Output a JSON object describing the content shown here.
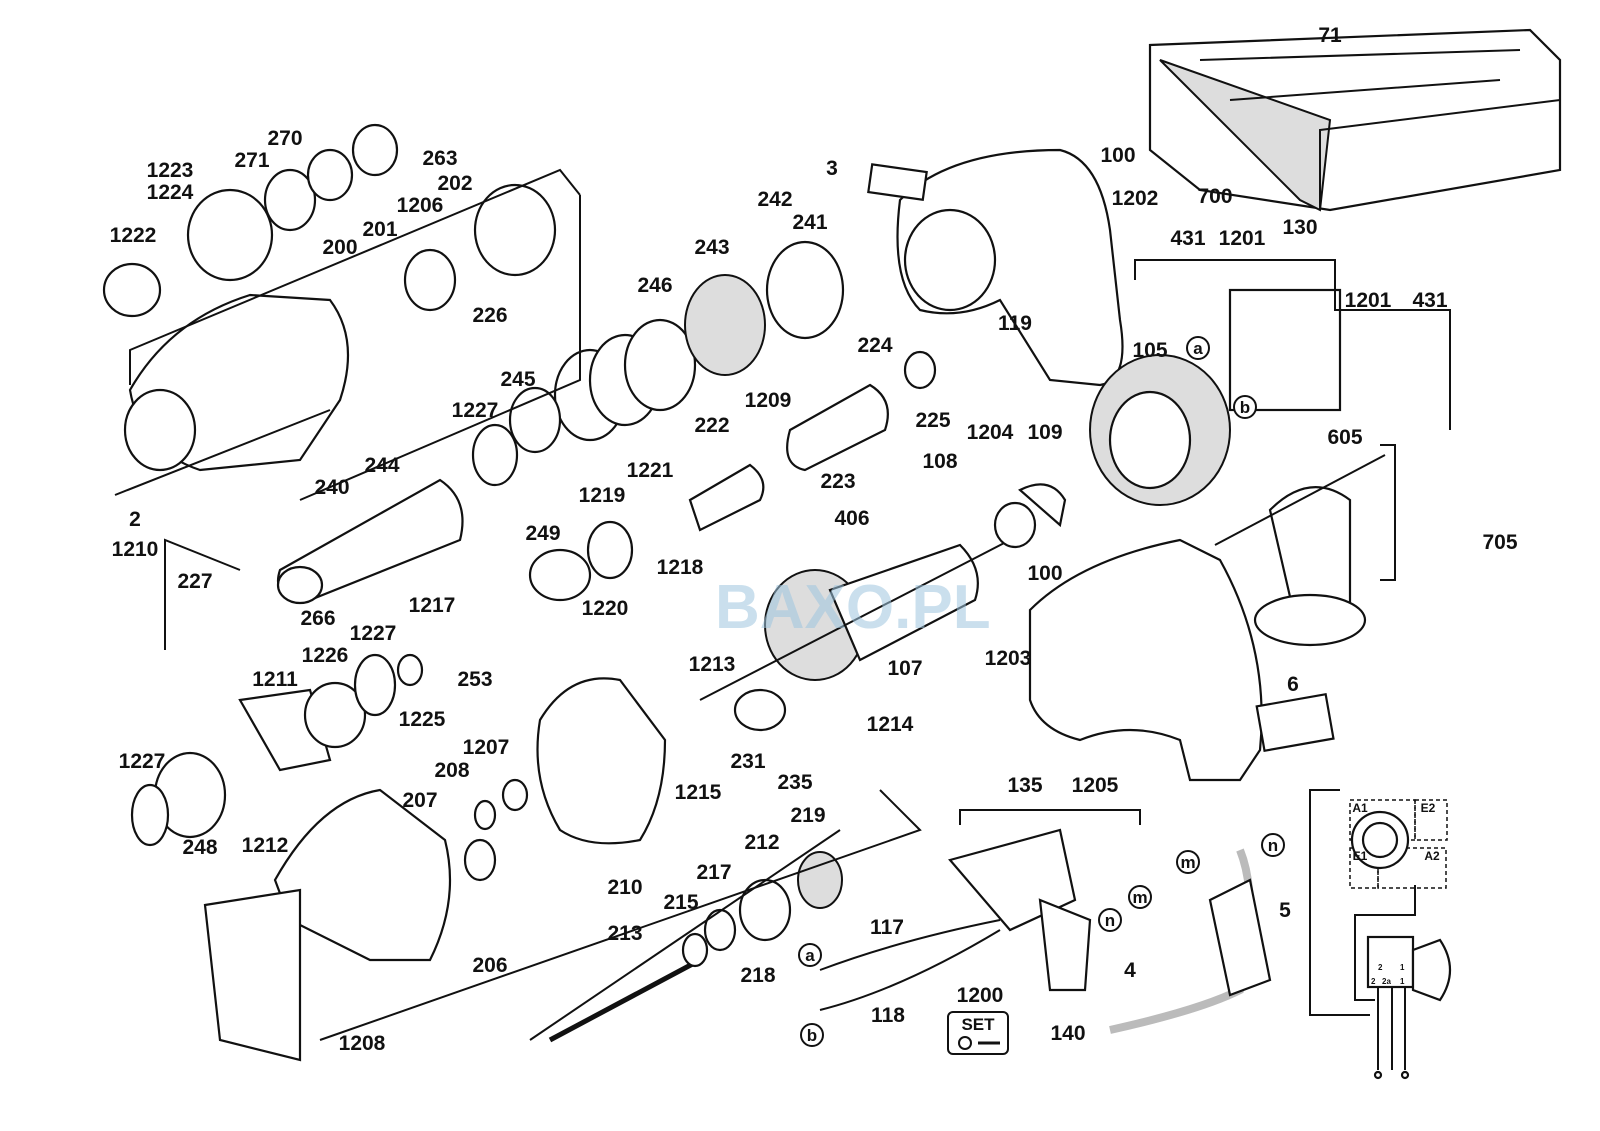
{
  "labels": [
    "71",
    "700",
    "3",
    "100",
    "1202",
    "431",
    "1201",
    "130",
    "1201",
    "431",
    "105",
    "119",
    "224",
    "225",
    "1204",
    "109",
    "605",
    "705",
    "242",
    "241",
    "243",
    "246",
    "226",
    "245",
    "1209",
    "222",
    "223",
    "1227",
    "244",
    "240",
    "2",
    "1210",
    "227",
    "266",
    "1221",
    "1219",
    "1218",
    "249",
    "1220",
    "108",
    "406",
    "100",
    "1217",
    "1227",
    "1226",
    "253",
    "1211",
    "1225",
    "107",
    "1213",
    "1203",
    "1214",
    "231",
    "235",
    "1207",
    "208",
    "207",
    "1227",
    "248",
    "1212",
    "1215",
    "219",
    "212",
    "217",
    "215",
    "210",
    "135",
    "1205",
    "5",
    "213",
    "218",
    "117",
    "118",
    "1200",
    "140",
    "4",
    "206",
    "1208",
    "6",
    "200",
    "201",
    "1206",
    "202",
    "1222",
    "1223",
    "1224",
    "271",
    "270",
    "263"
  ],
  "connector_letters": [
    "a",
    "b",
    "m",
    "n",
    "m",
    "n",
    "a",
    "b"
  ],
  "wiring": {
    "terminals": [
      "A1",
      "E2",
      "E1",
      "A2"
    ],
    "switch_pins": [
      "2",
      "2",
      "2a",
      "1",
      "1"
    ]
  },
  "set_badge": "SET",
  "watermark": "BAXO.PL",
  "colors": {
    "line": "#111111",
    "watermark": "#9fc6df"
  }
}
